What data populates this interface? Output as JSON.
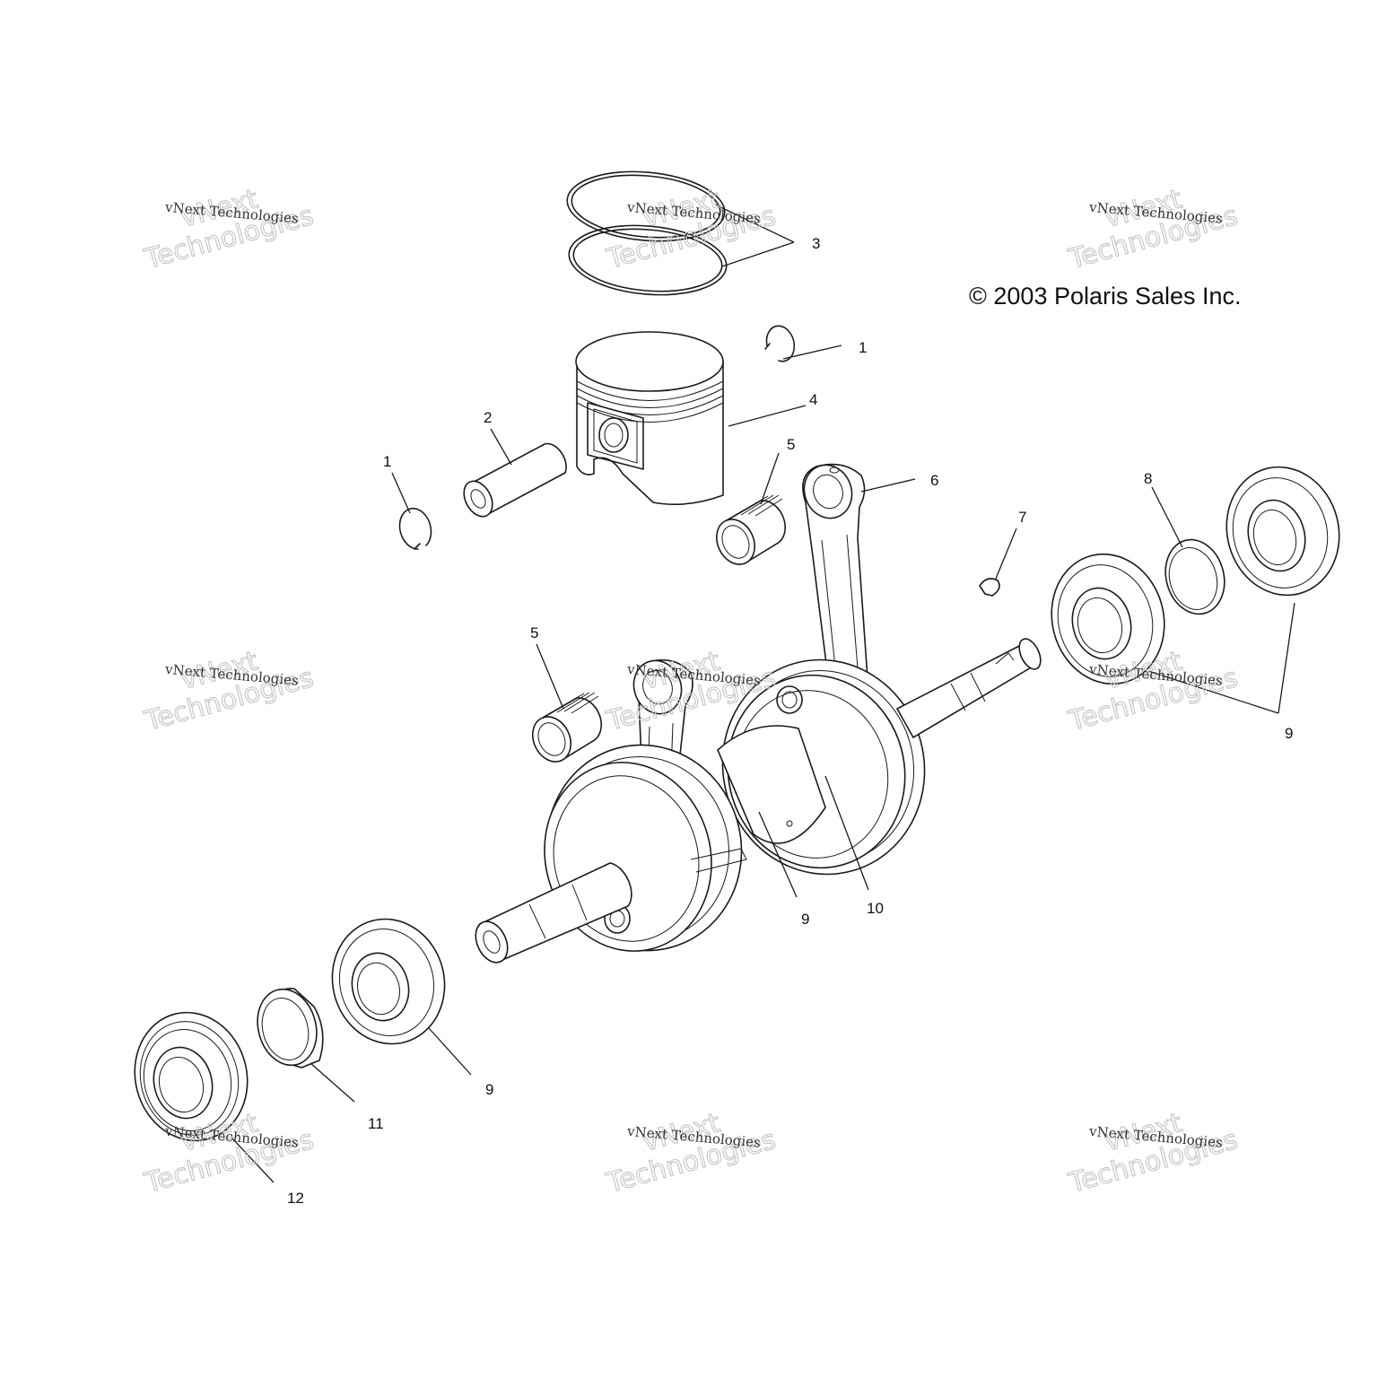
{
  "copyright": "© 2003 Polaris Sales Inc.",
  "watermark": {
    "line_small": "vNext Technologies",
    "line_big_1": "vNext",
    "line_big_2": "Technologies"
  },
  "callouts": {
    "c1a": "1",
    "c1b": "1",
    "c2": "2",
    "c3": "3",
    "c4": "4",
    "c5a": "5",
    "c5b": "5",
    "c6": "6",
    "c7": "7",
    "c8": "8",
    "c9a": "9",
    "c9b": "9",
    "c9c": "9",
    "c10": "10",
    "c11": "11",
    "c12": "12"
  }
}
